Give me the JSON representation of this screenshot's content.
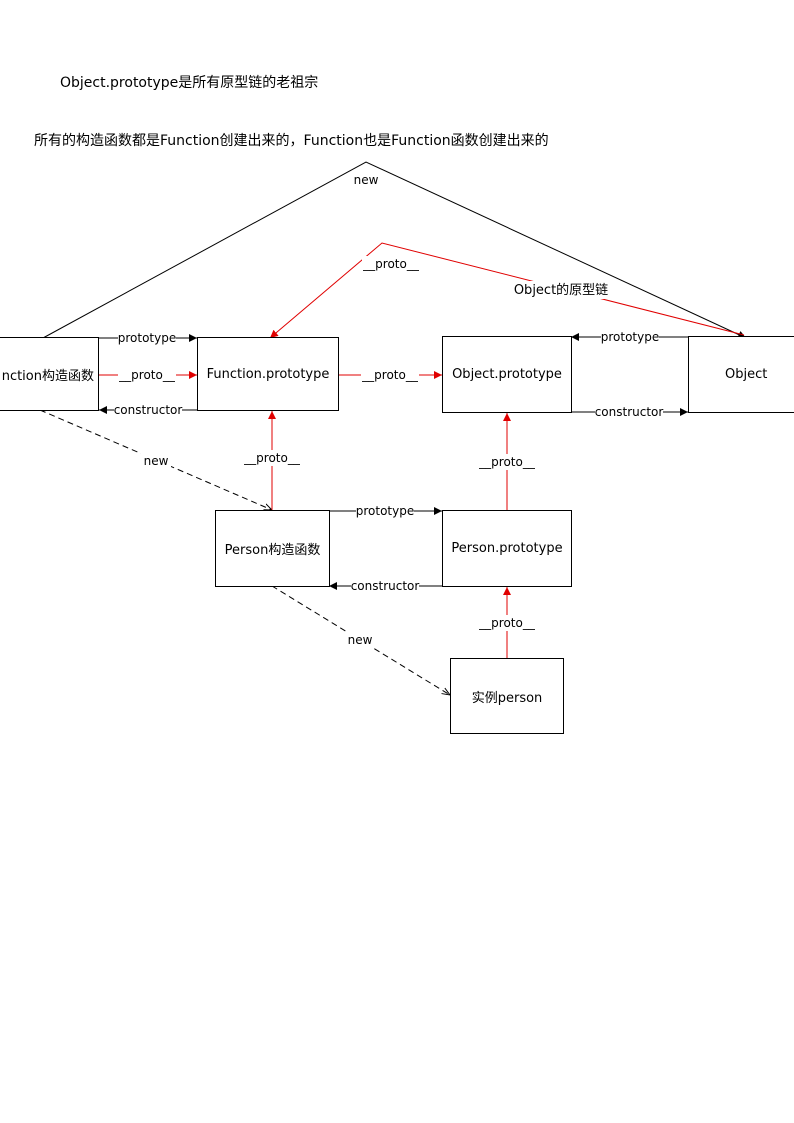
{
  "headings": {
    "line1": "Object.prototype是所有原型链的老祖宗",
    "line2": "所有的构造函数都是Function创建出来的，Function也是Function函数创建出来的"
  },
  "nodes": {
    "function_ctor": "nction构造函数",
    "function_prototype": "Function.prototype",
    "object_prototype": "Object.prototype",
    "object": "Object",
    "person_ctor": "Person构造函数",
    "person_prototype": "Person.prototype",
    "instance": "实例person"
  },
  "edge_labels": {
    "new": "new",
    "prototype": "prototype",
    "proto": "__proto__",
    "constructor": "constructor",
    "object_chain": "Object的原型链"
  },
  "colors": {
    "black_link": "#000000",
    "proto_link": "#e00000"
  }
}
